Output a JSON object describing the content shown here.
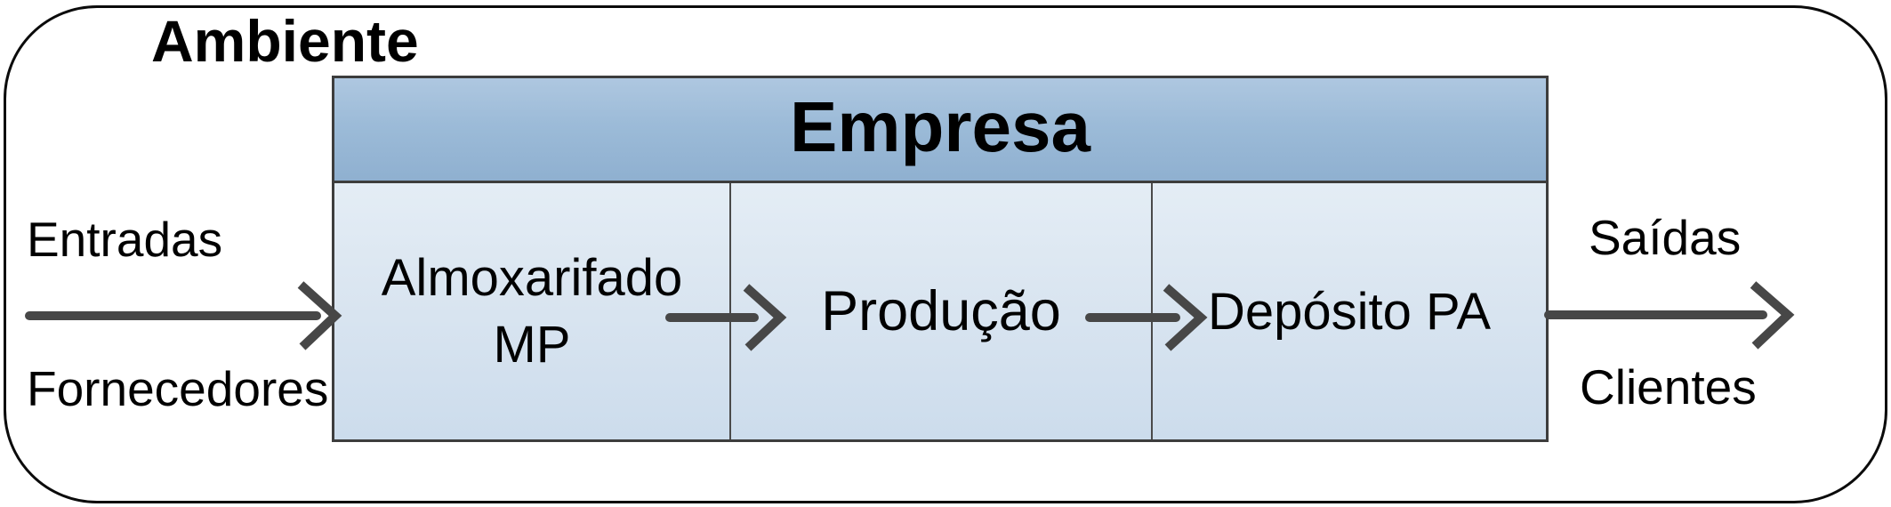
{
  "diagram": {
    "environment": {
      "label": "Ambiente"
    },
    "company": {
      "title": "Empresa",
      "compartments": [
        {
          "id": "almoxarifado-mp",
          "label": "Almoxarifado\nMP"
        },
        {
          "id": "producao",
          "label": "Produção"
        },
        {
          "id": "deposito-pa",
          "label": "Depósito PA"
        }
      ]
    },
    "inputs": {
      "top_label": "Entradas",
      "bottom_label": "Fornecedores"
    },
    "outputs": {
      "top_label": "Saídas",
      "bottom_label": "Clientes"
    },
    "arrows": [
      "inputs-to-almoxarifado-arrow",
      "almoxarifado-to-producao-arrow",
      "producao-to-deposito-arrow",
      "deposito-to-outputs-arrow"
    ],
    "colors": {
      "header_gradient_top": "#aec7e0",
      "header_gradient_bottom": "#8fb0d0",
      "body_gradient_top": "#e4edf5",
      "body_gradient_bottom": "#ccdcec",
      "box_border": "#3d3d3d",
      "compartment_divider": "#4a4a4a",
      "outer_border": "#0b0b0b",
      "arrow": "#474747",
      "text": "#000000",
      "background": "#ffffff"
    }
  }
}
